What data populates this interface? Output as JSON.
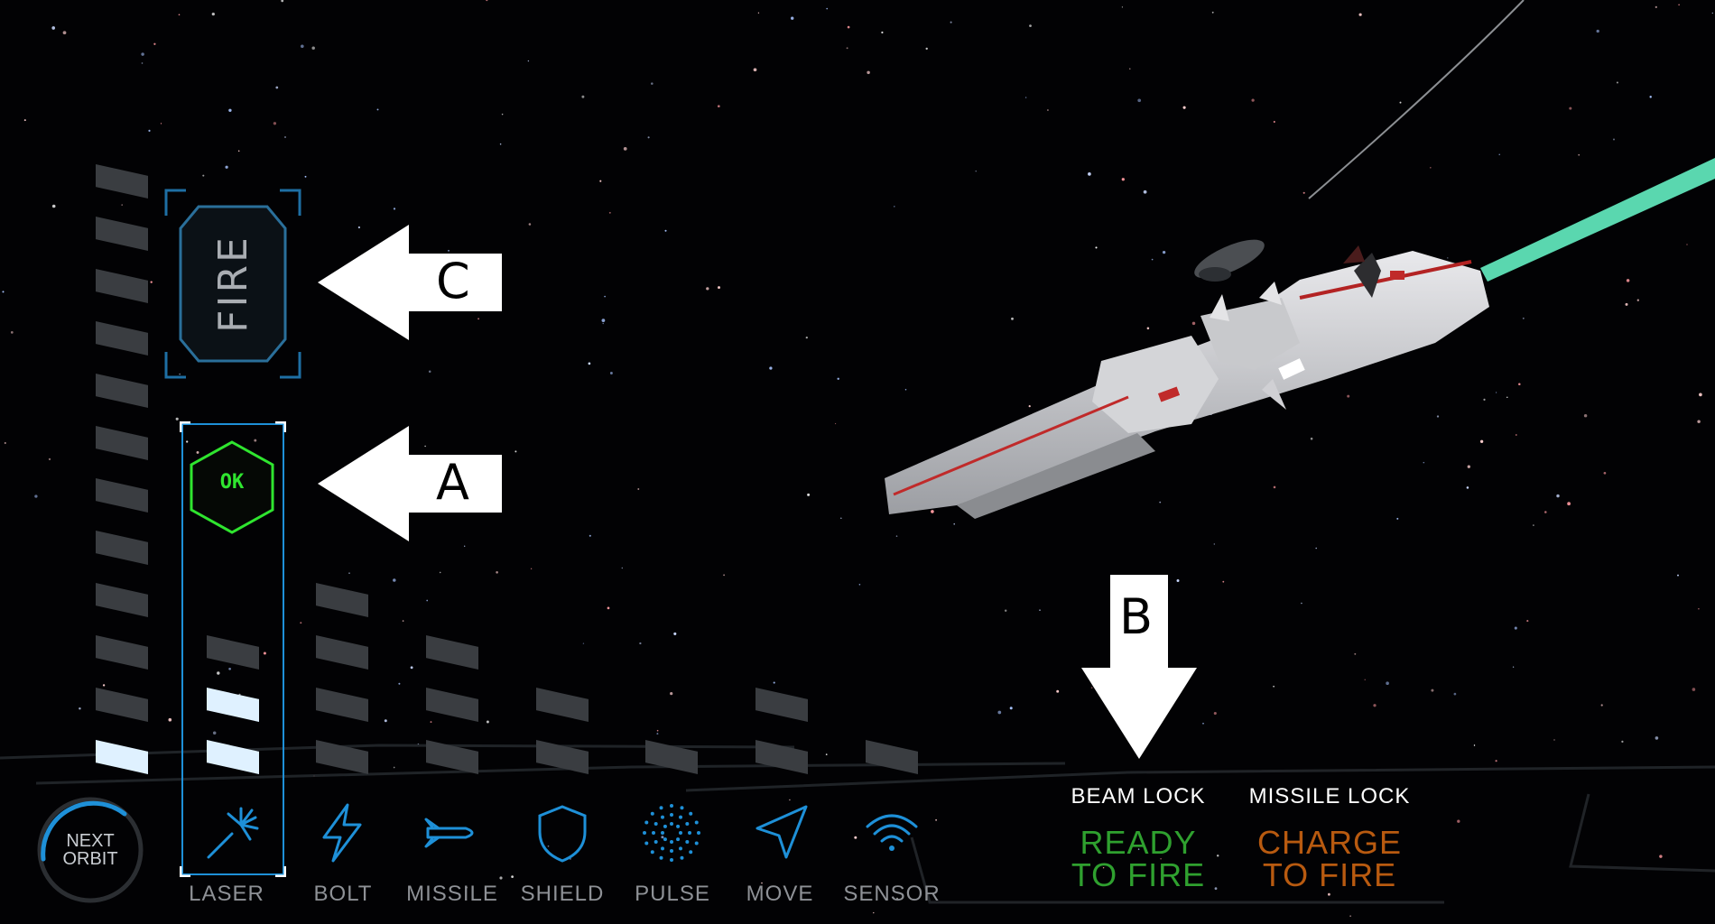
{
  "hud": {
    "fire_label": "FIRE",
    "ok_label": "OK",
    "next_orbit_line1": "NEXT",
    "next_orbit_line2": "ORBIT"
  },
  "callouts": {
    "a": "A",
    "b": "B",
    "c": "C"
  },
  "weapons": [
    {
      "label": "LASER",
      "icon": "laser-icon",
      "selected": true
    },
    {
      "label": "BOLT",
      "icon": "bolt-icon",
      "selected": false
    },
    {
      "label": "MISSILE",
      "icon": "missile-icon",
      "selected": false
    },
    {
      "label": "SHIELD",
      "icon": "shield-icon",
      "selected": false
    },
    {
      "label": "PULSE",
      "icon": "pulse-icon",
      "selected": false
    },
    {
      "label": "MOVE",
      "icon": "move-icon",
      "selected": false
    },
    {
      "label": "SENSOR",
      "icon": "sensor-icon",
      "selected": false
    }
  ],
  "locks": {
    "beam_title": "BEAM LOCK",
    "beam_status_1": "READY",
    "beam_status_2": "TO FIRE",
    "missile_title": "MISSILE LOCK",
    "missile_status_1": "CHARGE",
    "missile_status_2": "TO FIRE"
  },
  "colors": {
    "accent_blue": "#1e90d8",
    "ready_green": "#2fa02f",
    "charge_orange": "#b85a10",
    "ok_green": "#2fe52f",
    "beam_teal": "#5fe3b8"
  }
}
